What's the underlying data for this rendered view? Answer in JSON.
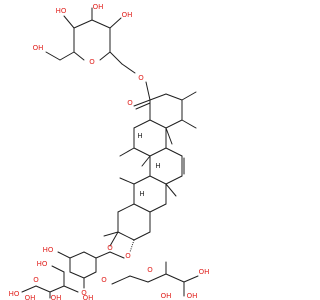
{
  "structure": {
    "atoms": {
      "o_ring_top": "O",
      "o_ester_link": "O",
      "o_carbonyl": "O",
      "oh_top_1": "OH",
      "oh_top_2": "OH",
      "oh_top_3": "OH",
      "oh_top_4": "HO",
      "h_top_a": "H",
      "h_top_b": "H",
      "h_mid": "H",
      "o_glyc_1": "O",
      "o_glyc_2": "O",
      "o_glyc_3": "O",
      "o_glyc_4": "O",
      "ho_mid_left": "HO",
      "o_rha_ring": "O",
      "oh_rha_1": "OH",
      "oh_rha_2": "OH",
      "oh_rha_3": "OH",
      "o_glc_ring": "O",
      "ho_glc_ch2": "HO",
      "oh_glc_1": "OH",
      "oh_glc_2": "OH",
      "oh_glc_3": "OH",
      "ho_glc_4": "HO"
    }
  }
}
